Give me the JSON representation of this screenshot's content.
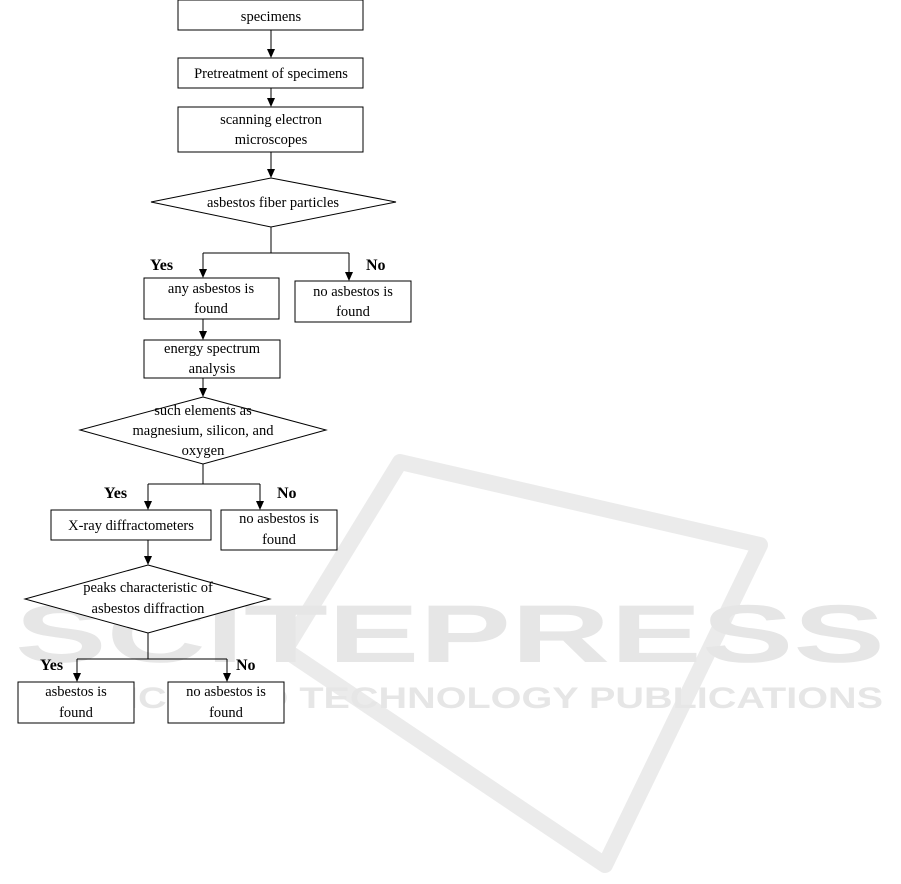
{
  "nodes": {
    "specimens": {
      "lines": [
        "specimens"
      ]
    },
    "pretreatment": {
      "lines": [
        "Pretreatment of specimens"
      ]
    },
    "sem": {
      "lines": [
        "scanning electron",
        "microscopes"
      ]
    },
    "fiber_decision": {
      "lines": [
        "asbestos fiber particles"
      ]
    },
    "any_found": {
      "lines": [
        "any asbestos is",
        "found"
      ]
    },
    "none_found_1": {
      "lines": [
        "no asbestos is",
        "found"
      ]
    },
    "energy": {
      "lines": [
        "energy spectrum",
        "analysis"
      ]
    },
    "elements_decision": {
      "lines": [
        "such elements as",
        "magnesium, silicon, and",
        "oxygen"
      ]
    },
    "xray": {
      "lines": [
        "X-ray diffractometers"
      ]
    },
    "none_found_2": {
      "lines": [
        "no asbestos is",
        "found"
      ]
    },
    "peaks_decision": {
      "lines": [
        "peaks characteristic of",
        "asbestos diffraction"
      ]
    },
    "found": {
      "lines": [
        "asbestos is",
        "found"
      ]
    },
    "none_found_3": {
      "lines": [
        "no asbestos is",
        "found"
      ]
    }
  },
  "labels": {
    "yes_1": "Yes",
    "no_1": "No",
    "yes_2": "Yes",
    "no_2": "No",
    "yes_3": "Yes",
    "no_3": "No"
  },
  "watermark": {
    "main": "SCITEPRESS",
    "sub": "SCIENCE AND TECHNOLOGY PUBLICATIONS",
    "color": "#e6e6e6"
  }
}
